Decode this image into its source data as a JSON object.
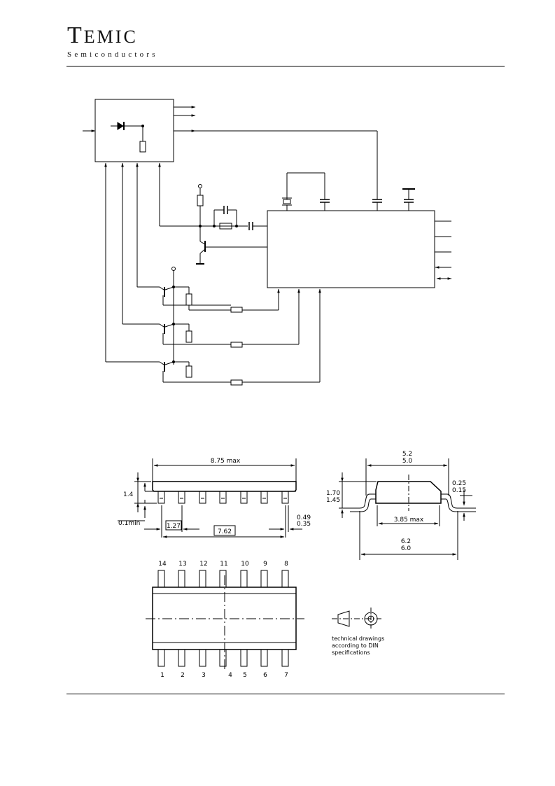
{
  "header": {
    "brand": "TEMIC",
    "subtitle": "Semiconductors"
  },
  "package": {
    "dim_length": "8.75 max",
    "dim_height": "1.4",
    "dim_standoff": "0.1min",
    "dim_pitch": "1.27",
    "dim_span": "7.62",
    "dim_lead_w_max": "0.49",
    "dim_lead_w_min": "0.35",
    "dim_top_max": "5.2",
    "dim_top_min": "5.0",
    "dim_thick_max": "1.70",
    "dim_thick_min": "1.45",
    "dim_lead_t_max": "0.25",
    "dim_lead_t_min": "0.15",
    "dim_body_w": "3.85 max",
    "dim_total_max": "6.2",
    "dim_total_min": "6.0",
    "pins_top": [
      "14",
      "13",
      "12",
      "11",
      "10",
      "9",
      "8"
    ],
    "pins_bottom": [
      "1",
      "2",
      "3",
      "4",
      "5",
      "6",
      "7"
    ],
    "note": [
      "technical drawings",
      "according to DIN",
      "specifications"
    ]
  }
}
